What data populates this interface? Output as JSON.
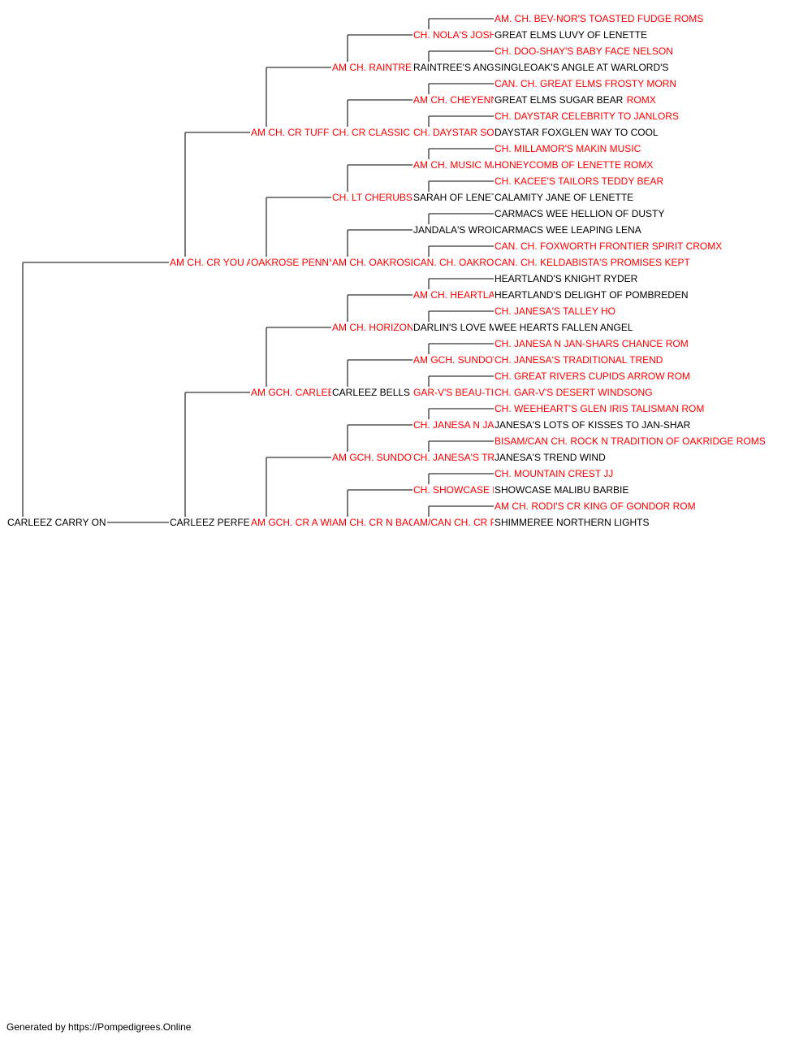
{
  "pedigree": {
    "subject": {
      "name": "CARLEEZ CARRY ON",
      "champion": false
    },
    "sire": {
      "name": "AM CH. CR YOU AIN'T SEEN NOTHING YET",
      "champion": true
    },
    "dam": {
      "name": "CARLEEZ PERFECT STORM",
      "champion": false
    },
    "sire_sire": {
      "name": "AM CH. CR TUFF GUY OF ISABELLA ROMS",
      "champion": true
    },
    "sire_dam": {
      "name": "OAKROSE PENNY FOR YOUR THOUGHTS ROMX",
      "champion": true
    },
    "dam_sire": {
      "name": "AM GCH. CARLEEZ AGAINST ALL ODDS",
      "champion": true
    },
    "dam_dam": {
      "name": "AM GCH. CR A WHOLE NEW WORLD",
      "champion": true
    },
    "gen3": [
      {
        "name": "AM CH. RAINTREE'S TUF-E-NUFF ROM",
        "champion": true
      },
      {
        "name": "CH. CR CLASSIC ATTITUDE",
        "champion": true
      },
      {
        "name": "CH. LT CHERUBS MEET THE PRESS OF LENETTE",
        "champion": true
      },
      {
        "name": "AM CH. OAKROSE WRAPPED'N RIBBONS",
        "champion": true
      },
      {
        "name": "AM CH. HORIZON-N-JANESA INDIAN SUNDOWN ROM",
        "champion": true
      },
      {
        "name": "CARLEEZ BELLS & WHISTLES",
        "champion": false
      },
      {
        "name": "AM GCH. SUNDOWN'S HIDE N ZEKE ROM CD",
        "champion": true
      },
      {
        "name": "AM CH. CR N BACHMAN'S FULL OF MISCHIEF",
        "champion": true
      }
    ],
    "gen4": [
      {
        "name": "CH. NOLA'S JOSHUA FUDGE",
        "champion": true
      },
      {
        "name": "RAINTREE'S ANGEL EYES",
        "champion": false
      },
      {
        "name": "AM CH. CHEYENNES KODIAK BEAR SECOND ROMX",
        "champion": true
      },
      {
        "name": "CH. DAYSTAR SOPHISTICATION",
        "champion": true
      },
      {
        "name": "AM CH. MUSIC MAKER OF LENETTE ROMS",
        "champion": true
      },
      {
        "name": "SARAH OF LENETTE",
        "champion": false
      },
      {
        "name": "JANDALA'S WRONG WAY CORRIGAN",
        "champion": false
      },
      {
        "name": "CAN. CH. OAKROSE CALICO AND LACE",
        "champion": true
      },
      {
        "name": "AM CH. HEARTLAND'S KNIGHT N DAY ROMX",
        "champion": true
      },
      {
        "name": "DARLIN'S LOVE ME, LOVE ME NOT",
        "champion": false
      },
      {
        "name": "AM GCH. SUNDOWN'S HIDE N ZEKE ROM CD",
        "champion": true
      },
      {
        "name": "GAR-V'S BEAU-TIFUL WINDFLOWER ROM",
        "champion": true
      },
      {
        "name": "CH. JANESA N JAN-SHARS CHANCE ROM",
        "champion": true
      },
      {
        "name": "CH. JANESA'S TRADITIONAL TREND",
        "champion": true
      },
      {
        "name": "CH. SHOWCASE BOYS WILL BE BOYS",
        "champion": true
      },
      {
        "name": "AM/CAN CH. CR PRINCESS OF MISCHIEF",
        "champion": true
      }
    ],
    "gen5": [
      {
        "name": "AM. CH. BEV-NOR'S TOASTED FUDGE ROMS",
        "champion": true
      },
      {
        "name": "GREAT ELMS LUVY OF LENETTE",
        "champion": false
      },
      {
        "name": "CH. DOO-SHAY'S BABY FACE NELSON",
        "champion": true
      },
      {
        "name": "SINGLEOAK'S ANGLE AT WARLORD'S",
        "champion": false
      },
      {
        "name": "CAN. CH. GREAT ELMS FROSTY MORN",
        "champion": true
      },
      {
        "name": "GREAT ELMS SUGAR BEAR",
        "champion": false
      },
      {
        "name": "CH. DAYSTAR CELEBRITY TO JANLORS",
        "champion": true
      },
      {
        "name": "DAYSTAR FOXGLEN WAY TO COOL",
        "champion": false
      },
      {
        "name": "CH. MILLAMOR'S MAKIN MUSIC",
        "champion": true
      },
      {
        "name": "HONEYCOMB OF LENETTE ROMX",
        "champion": true
      },
      {
        "name": "CH. KACEE'S TAILORS TEDDY BEAR",
        "champion": true
      },
      {
        "name": "CALAMITY JANE OF LENETTE",
        "champion": false
      },
      {
        "name": "CARMACS WEE HELLION OF DUSTY",
        "champion": false
      },
      {
        "name": "CARMACS WEE LEAPING LENA",
        "champion": false
      },
      {
        "name": "CAN. CH. FOXWORTH FRONTIER SPIRIT CROMX",
        "champion": true
      },
      {
        "name": "CAN. CH. KELDABISTA'S PROMISES KEPT",
        "champion": true
      },
      {
        "name": "HEARTLAND'S KNIGHT RYDER",
        "champion": false
      },
      {
        "name": "HEARTLAND'S DELIGHT OF POMBREDEN",
        "champion": false
      },
      {
        "name": "CH. JANESA'S TALLEY HO",
        "champion": true
      },
      {
        "name": "WEE HEARTS FALLEN ANGEL",
        "champion": false
      },
      {
        "name": "CH. JANESA N JAN-SHARS CHANCE ROM",
        "champion": true
      },
      {
        "name": "CH. JANESA'S TRADITIONAL TREND",
        "champion": true
      },
      {
        "name": "CH. GREAT RIVERS CUPIDS ARROW ROM",
        "champion": true
      },
      {
        "name": "CH. GAR-V'S DESERT WINDSONG",
        "champion": true
      },
      {
        "name": "CH. WEEHEART'S GLEN IRIS TALISMAN ROM",
        "champion": true
      },
      {
        "name": "JANESA'S LOTS OF KISSES TO JAN-SHAR",
        "champion": false
      },
      {
        "name": "BISAM/CAN CH. ROCK N TRADITION OF OAKRIDGE ROMS",
        "champion": true
      },
      {
        "name": "JANESA'S TREND WIND",
        "champion": false
      },
      {
        "name": "CH. MOUNTAIN CREST JJ",
        "champion": true
      },
      {
        "name": "SHOWCASE MALIBU BARBIE",
        "champion": false
      },
      {
        "name": "AM CH. RODI'S CR KING OF GONDOR ROM",
        "champion": true
      },
      {
        "name": "SHIMMEREE NORTHERN LIGHTS",
        "champion": false
      }
    ]
  },
  "footer": "Generated by https://Pompedigrees.Online",
  "colors": {
    "champion": "#ff0000",
    "plain": "#000000",
    "line": "#333333"
  }
}
